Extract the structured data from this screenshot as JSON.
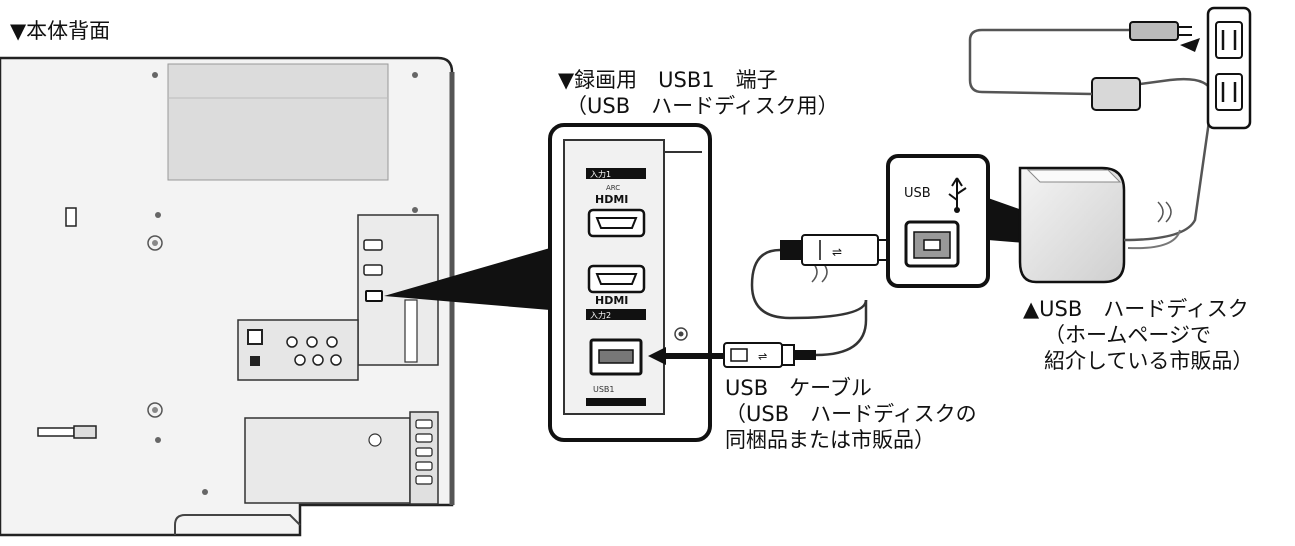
{
  "labels": {
    "rear_view": "▼本体背面",
    "rec_port_line1": "▼録画用　USB1　端子",
    "rec_port_line2": "（USB　ハードディスク用）",
    "hdd_line1": "▲USB　ハードディスク",
    "hdd_line2": "（ホームページで",
    "hdd_line3": "紹介している市販品）",
    "cable_line1": "USB　ケーブル",
    "cable_line2": "（USB　ハードディスクの",
    "cable_line3": "同梱品または市販品）"
  },
  "panel_marks": {
    "input1": "入力1",
    "arc": "ARC",
    "hdmi_top": "HDMI",
    "hdmi_bottom": "HDMI",
    "input2": "入力2",
    "usb1": "USB1"
  },
  "hdd_port_label": "USB"
}
